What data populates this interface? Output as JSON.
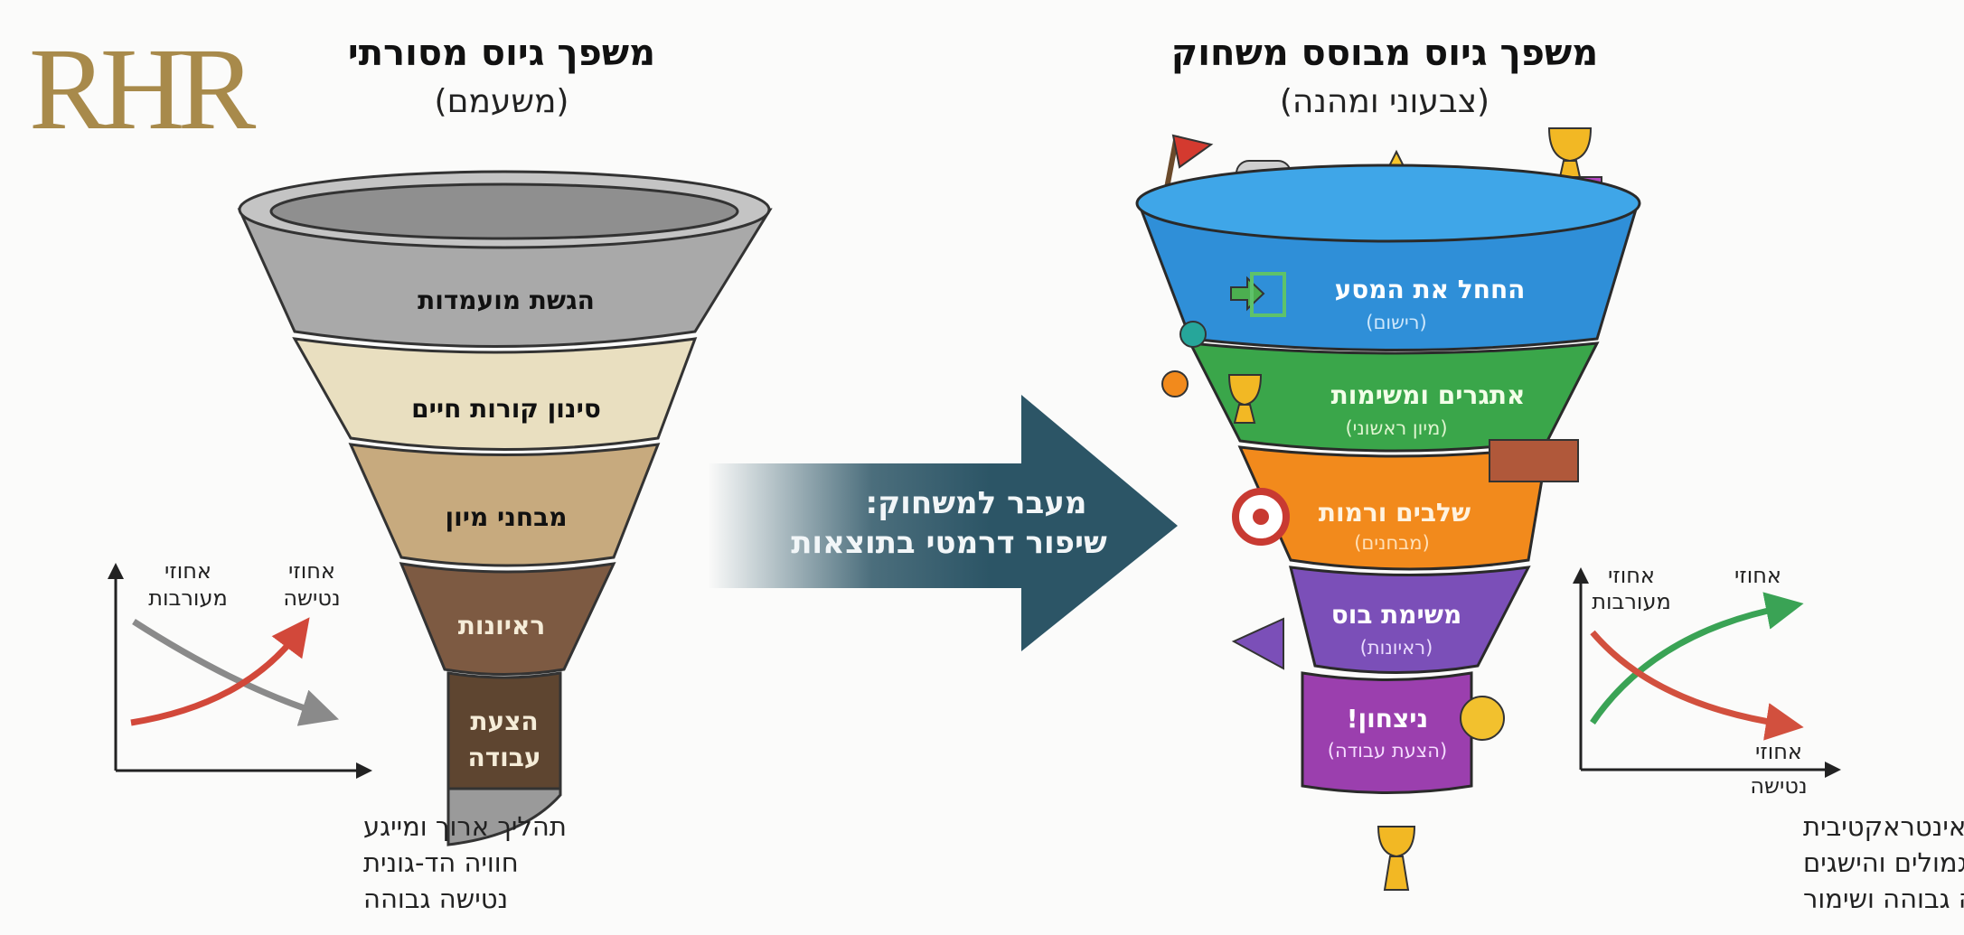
{
  "logo": "RHR",
  "left": {
    "title": "משפך גיוס מסורתי",
    "subtitle": "(משעמם)",
    "stages": [
      "הגשת מועמדות",
      "סינון קורות חיים",
      "מבחני מיון",
      "ראיונות",
      "הצעת",
      "עבודה"
    ],
    "chart": {
      "y_label_1": "אחוזי",
      "y_label_2": "מעורבות",
      "series_label_1": "אחוזי",
      "series_label_2": "נטישה",
      "engagement_color": "#8a8a8a",
      "dropout_color": "#d2483a"
    },
    "caption": [
      "תהליך ארוך ומייגע",
      "חוויה הד-גונית",
      "נטישה גבוהה"
    ]
  },
  "transition": {
    "line1": "מעבר למשחוק:",
    "line2": "שיפור דרמטי בתוצאות",
    "color": "#2c5566"
  },
  "right": {
    "title": "משפך גיוס מבוסס משחוק",
    "subtitle": "(צבעוני ומהנה)",
    "stages": [
      {
        "label": "החחל את המסע",
        "sub": "(רישום)",
        "color": "#2f8fd8",
        "icon": "enter-icon"
      },
      {
        "label": "אתגרים ומשימות",
        "sub": "(מיון ראשוני)",
        "color": "#3aa64a",
        "icon": "trophy-icon"
      },
      {
        "label": "שלבים ורמות",
        "sub": "(מבחנים)",
        "color": "#f28a1c",
        "icon": "target-icon"
      },
      {
        "label": "משימת בוס",
        "sub": "(ראיונות)",
        "color": "#7b4fb8",
        "icon": "megaphone-icon"
      },
      {
        "label": "ניצחון!",
        "sub": "(הצעת עבודה)",
        "color": "#9b3fae",
        "icon": "medal-icon"
      }
    ],
    "chart": {
      "y_label_1": "אחוזי",
      "y_label_2": "מעורבות",
      "series_label": "אחוזי",
      "x_label_1": "אחוזי",
      "x_label_2": "נטישה",
      "engagement_color": "#3aa355",
      "dropout_color": "#d2503e"
    },
    "caption": [
      "הוויה אינטראקטיבית",
      "משוב מיידי, תגמולים והישגים",
      "מוטיבציה גבוהה ושימור"
    ]
  }
}
